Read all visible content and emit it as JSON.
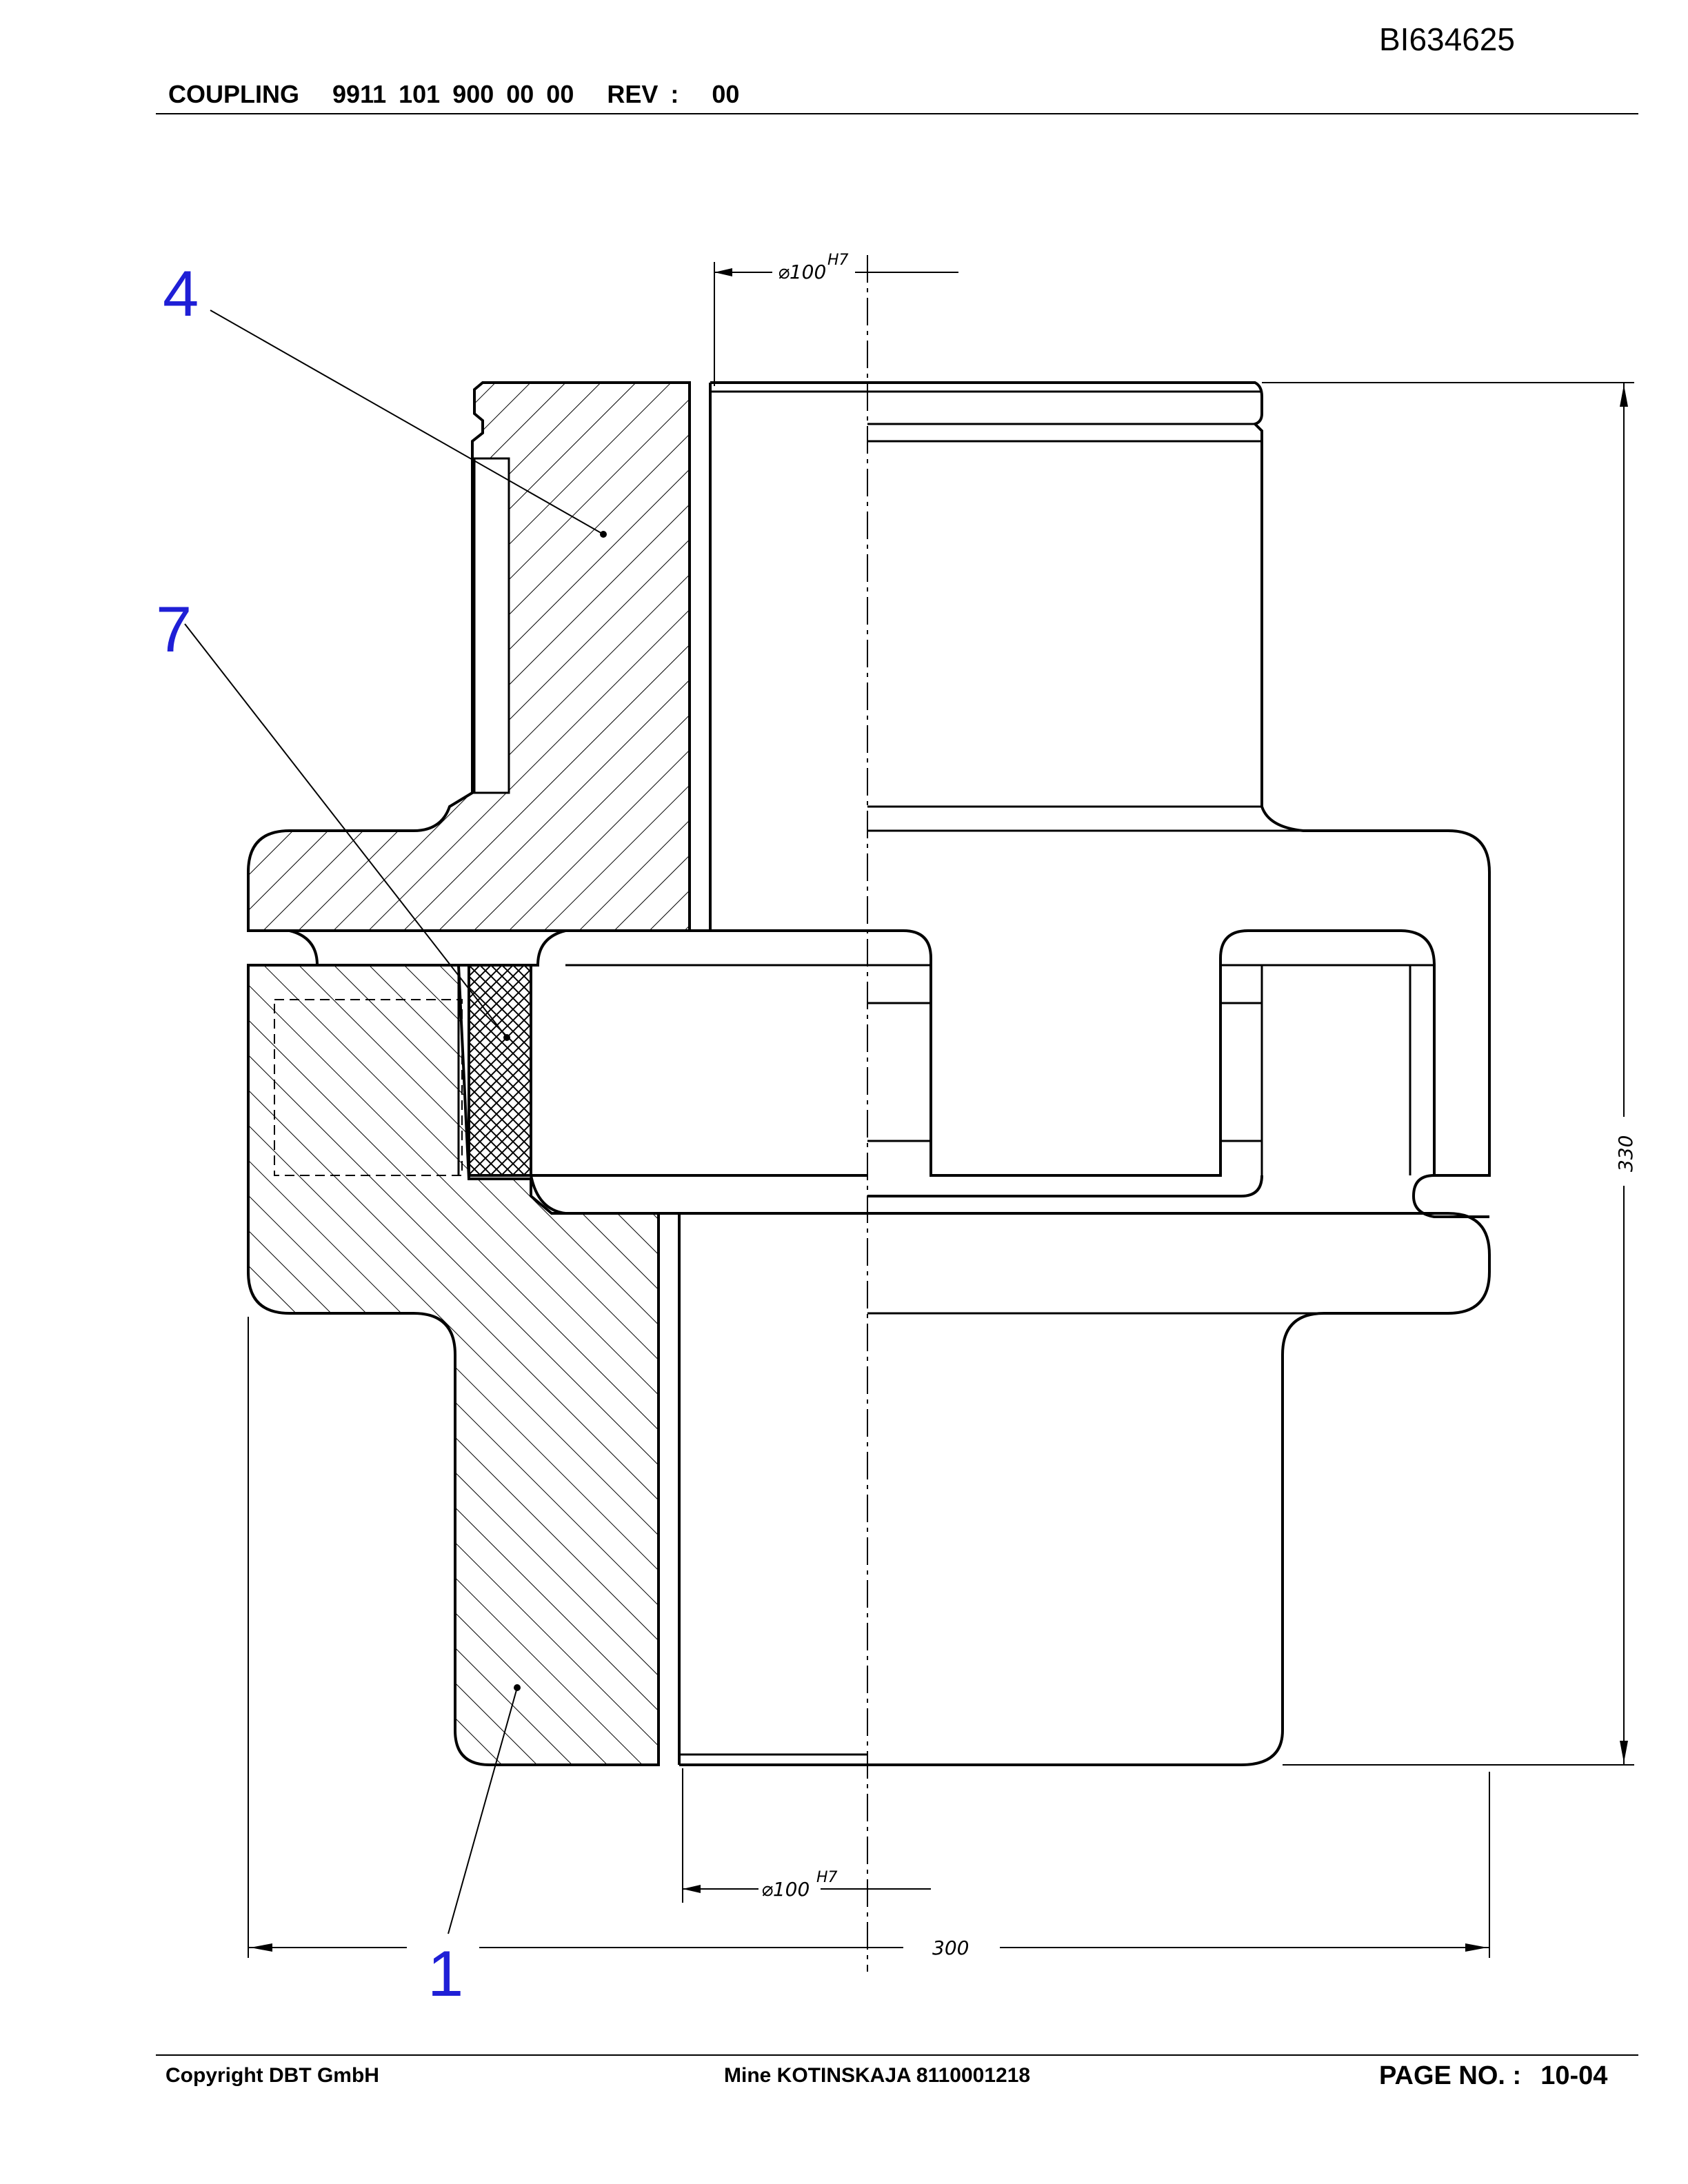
{
  "document_id": "BI634625",
  "header": {
    "title": "COUPLING",
    "part_number": "9911 101 900 00 00",
    "rev_label": "REV :",
    "rev_value": "00"
  },
  "drawing": {
    "callouts": [
      "4",
      "7",
      "1"
    ],
    "dimensions": {
      "bore_top": "⌀100",
      "bore_top_tol": "H7",
      "bore_bottom": "⌀100",
      "bore_bottom_tol": "H7",
      "height": "330",
      "width": "300"
    }
  },
  "footer": {
    "copyright": "Copyright DBT GmbH",
    "mine": "Mine KOTINSKAJA 8110001218",
    "page_label": "PAGE NO. :",
    "page_value": "10-04"
  }
}
